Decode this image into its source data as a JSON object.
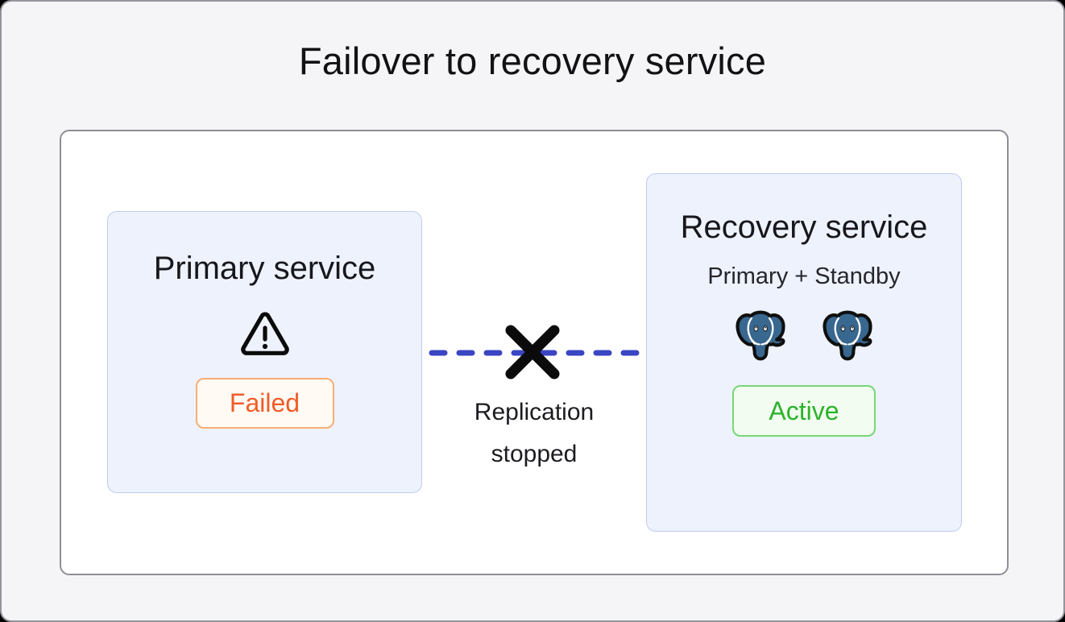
{
  "title": "Failover to recovery service",
  "primary_service": {
    "title": "Primary service",
    "icon": "warning-triangle-icon",
    "status": {
      "label": "Failed",
      "text_color": "#f15c27",
      "border_color": "#f8ae74",
      "bg_color": "#fffaf4"
    }
  },
  "connection": {
    "label": "Replication stopped",
    "state": "broken",
    "line_style": "dashed",
    "line_color": "#3a45c3",
    "break_icon": "x-mark-icon"
  },
  "recovery_service": {
    "title": "Recovery service",
    "subtitle": "Primary + Standby",
    "icons": [
      "postgresql-elephant-icon",
      "postgresql-elephant-icon"
    ],
    "status": {
      "label": "Active",
      "text_color": "#2ab32a",
      "border_color": "#77d877",
      "bg_color": "#f3fcf0"
    }
  },
  "colors": {
    "card_bg": "#f5f5f7",
    "panel_bg": "#ffffff",
    "service_box_bg": "#eef2fd",
    "service_box_border": "#c0cbf3",
    "postgres_blue": "#38678f",
    "icon_black": "#0b0b0b"
  }
}
